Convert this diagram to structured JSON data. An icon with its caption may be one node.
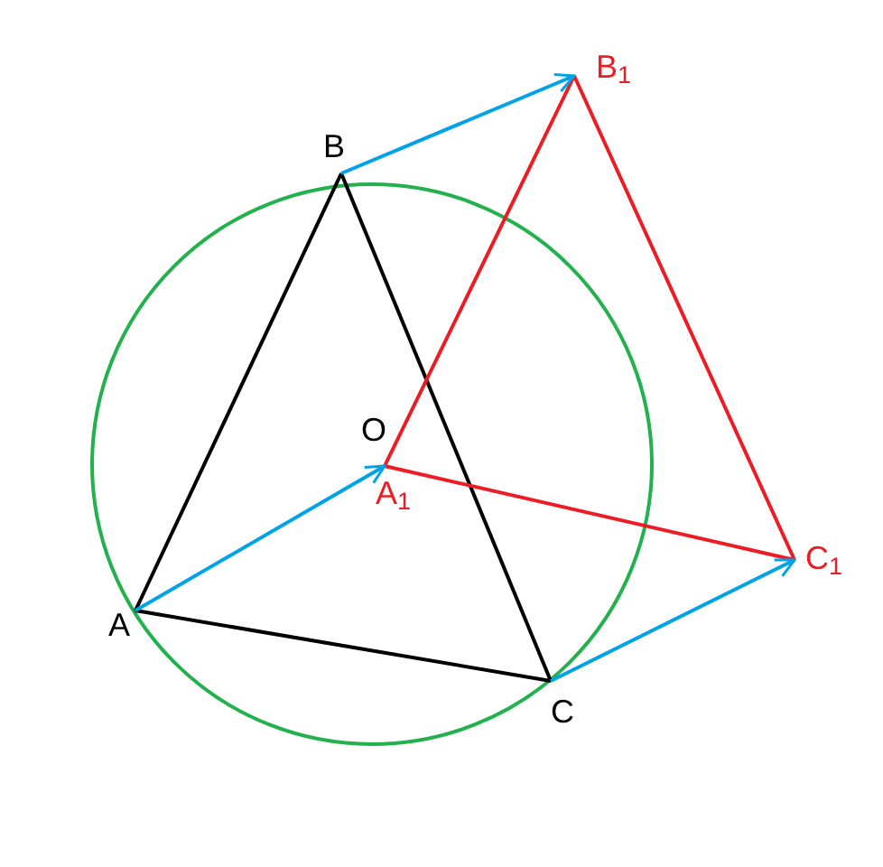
{
  "diagram": {
    "nodes": [
      {
        "text": [
          "A"
        ]
      },
      {
        "text": [
          "B"
        ]
      },
      {
        "text": [
          "C"
        ]
      },
      {
        "text": [
          "O"
        ]
      },
      {
        "text": [
          "A$_{1}$"
        ]
      },
      {
        "text": [
          "B$_{1}$"
        ]
      },
      {
        "text": [
          "C$_{1}$"
        ]
      }
    ],
    "edges": [
      {
        "from": 0,
        "to": 1,
        "arrow": "none",
        "color": "#000000"
      },
      {
        "from": 1,
        "to": 2,
        "arrow": "none",
        "color": "#000000"
      },
      {
        "from": 2,
        "to": 0,
        "arrow": "none",
        "color": "#000000"
      },
      {
        "from": 4,
        "to": 5,
        "arrow": "none",
        "color": "#ed1c24"
      },
      {
        "from": 5,
        "to": 6,
        "arrow": "none",
        "color": "#ed1c24"
      },
      {
        "from": 6,
        "to": 4,
        "arrow": "none",
        "color": "#ed1c24"
      },
      {
        "from": 0,
        "to": 4,
        "arrow": "to",
        "color": "#00a2e8"
      },
      {
        "from": 1,
        "to": 5,
        "arrow": "to",
        "color": "#00a2e8"
      },
      {
        "from": 2,
        "to": 6,
        "arrow": "to",
        "color": "#00a2e8"
      }
    ]
  }
}
